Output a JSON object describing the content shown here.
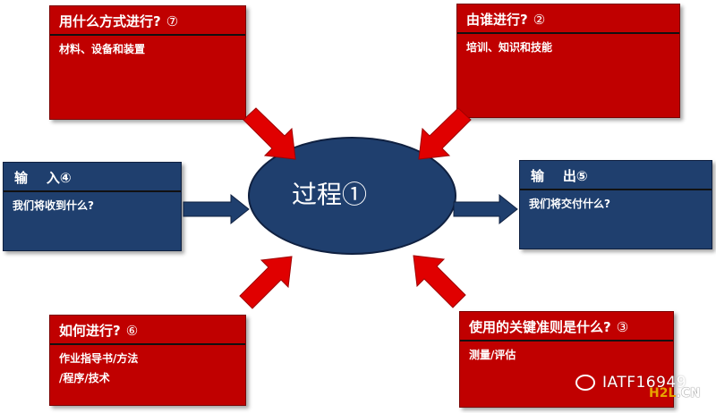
{
  "center": {
    "label": "过程①"
  },
  "boxes": {
    "how": {
      "title": "用什么方式进行?",
      "num": "⑦",
      "body": [
        "材料、设备和装置"
      ]
    },
    "who": {
      "title": "由谁进行?",
      "num": "②",
      "body": [
        "培训、知识和技能"
      ]
    },
    "input": {
      "title": "输    入④",
      "num": "",
      "body": [
        "我们将收到什么?"
      ]
    },
    "output": {
      "title": "输    出⑤",
      "num": "",
      "body": [
        "我们将交付什么?"
      ]
    },
    "method": {
      "title": "如何进行?",
      "num": "⑥",
      "body": [
        "作业指导书/方法",
        "/程序/技术"
      ]
    },
    "criteria": {
      "title": "使用的关键准则是什么?",
      "num": "③",
      "body": [
        "测量/评估"
      ]
    }
  },
  "watermark": {
    "text": "IATF16949"
  },
  "brand": {
    "h2l": "H2L",
    "cn": ".CN"
  },
  "colors": {
    "red": "#c00000",
    "blue": "#1f3f6e",
    "arrow_red": "#e00000",
    "arrow_blue": "#1f3f6e"
  }
}
